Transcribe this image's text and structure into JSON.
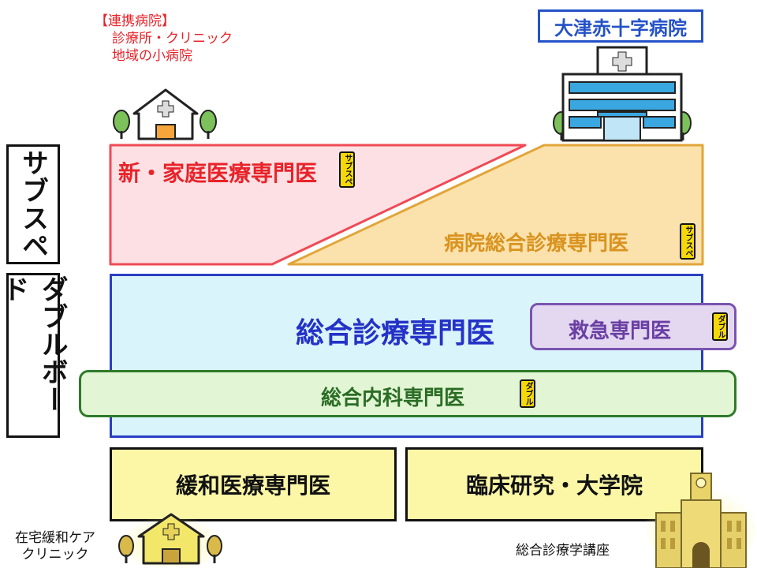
{
  "colors": {
    "red": "#e8232a",
    "orange": "#d9931f",
    "blue": "#2432c7",
    "purple": "#6a3fa3",
    "green": "#2a6d25",
    "pink_fill": "#fde0e3",
    "orange_fill": "#fbe2ad",
    "lightblue_fill": "#d9f4fb",
    "yellow_fill": "#fbf7a6"
  },
  "left_labels": {
    "subspec": "サブスペ",
    "double_board": "ダブルボード"
  },
  "partner": {
    "bracket_title": "【連携病院】",
    "line1": "診療所・クリニック",
    "line2": "地域の小病院"
  },
  "hospital": {
    "name": "大津赤十字病院"
  },
  "subspec_band": {
    "left_title": "新・家庭医療専門医",
    "right_title": "病院総合診療専門医",
    "badge": "サブスペ"
  },
  "double_band": {
    "main_title": "総合診療専門医",
    "emergency_title": "救急専門医",
    "internal_title": "総合内科専門医",
    "badge": "ダブル"
  },
  "bottom": {
    "palliative": "緩和医療専門医",
    "research": "臨床研究・大学院",
    "home_clinic_line1": "在宅緩和ケア",
    "home_clinic_line2": "クリニック",
    "department": "総合診療学講座"
  },
  "icons": {
    "clinic_top": "clinic-house-icon",
    "hospital": "hospital-building-icon",
    "home_clinic": "home-clinic-icon",
    "university": "university-building-icon"
  }
}
